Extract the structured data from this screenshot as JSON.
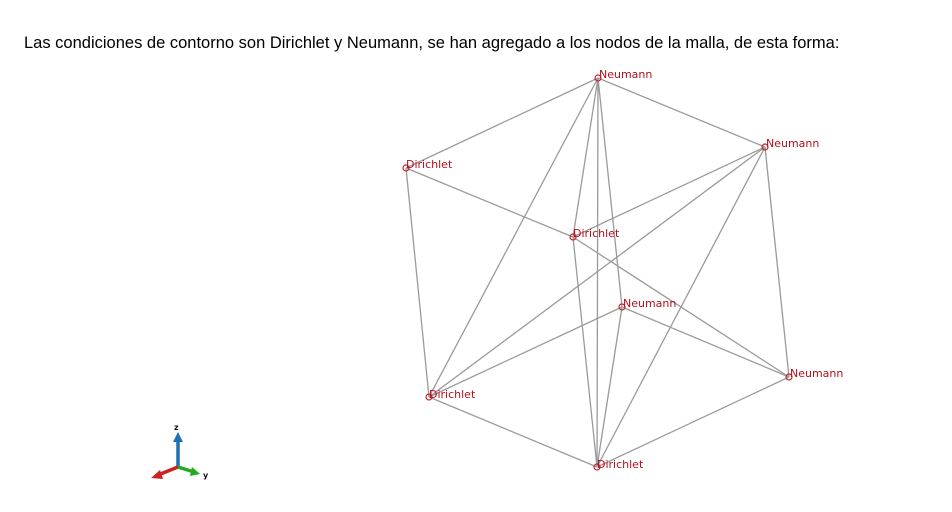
{
  "caption": "Las condiciones de contorno son Dirichlet y Neumann, se han agregado a los nodos de la malla, de esta forma:",
  "colors": {
    "edge": "#9a9a9a",
    "node": "#c0232a",
    "label": "#b2101c",
    "axis_z": "#1f6fb4",
    "axis_x": "#cc2222",
    "axis_y": "#22aa22"
  },
  "mesh": {
    "nodes": [
      {
        "id": "n1",
        "label": "Neumann"
      },
      {
        "id": "n2",
        "label": "Neumann"
      },
      {
        "id": "n3",
        "label": "Dirichlet"
      },
      {
        "id": "n4",
        "label": "Dirichlet"
      },
      {
        "id": "n5",
        "label": "Neumann"
      },
      {
        "id": "n6",
        "label": "Neumann"
      },
      {
        "id": "n7",
        "label": "Dirichlet"
      },
      {
        "id": "n8",
        "label": "Dirichlet"
      }
    ],
    "edges": [
      [
        "n1",
        "n2"
      ],
      [
        "n1",
        "n3"
      ],
      [
        "n1",
        "n5"
      ],
      [
        "n1",
        "n7"
      ],
      [
        "n1",
        "n8"
      ],
      [
        "n1",
        "n4"
      ],
      [
        "n2",
        "n6"
      ],
      [
        "n2",
        "n4"
      ],
      [
        "n2",
        "n7"
      ],
      [
        "n2",
        "n8"
      ],
      [
        "n3",
        "n4"
      ],
      [
        "n3",
        "n7"
      ],
      [
        "n4",
        "n8"
      ],
      [
        "n4",
        "n6"
      ],
      [
        "n5",
        "n6"
      ],
      [
        "n5",
        "n7"
      ],
      [
        "n5",
        "n8"
      ],
      [
        "n6",
        "n8"
      ],
      [
        "n7",
        "n8"
      ]
    ]
  },
  "axes": {
    "z_label": "z",
    "y_label": "y"
  }
}
